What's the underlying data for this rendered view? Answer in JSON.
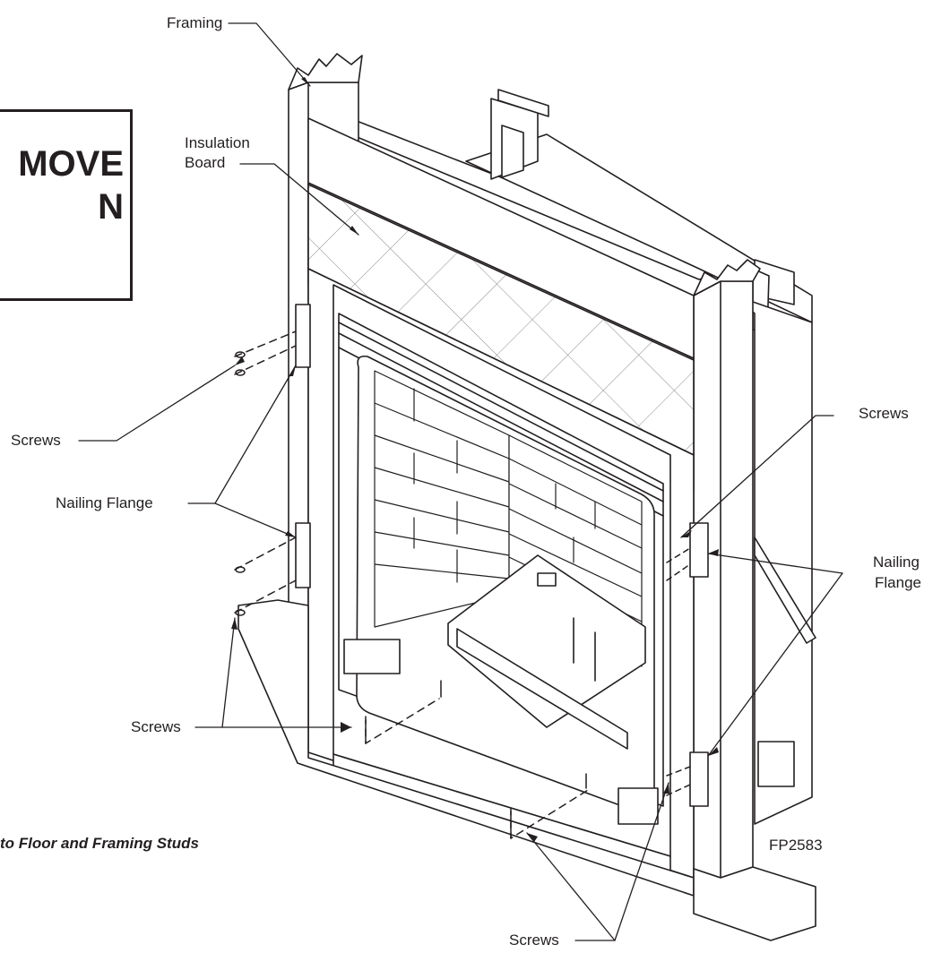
{
  "labels": {
    "framing": "Framing",
    "insulation_board_line1": "Insulation",
    "insulation_board_line2": "Board",
    "screws_left_upper": "Screws",
    "nailing_flange_left": "Nailing Flange",
    "screws_right_upper": "Screws",
    "nailing_flange_right_line1": "Nailing",
    "nailing_flange_right_line2": "Flange",
    "screws_left_lower": "Screws",
    "screws_bottom": "Screws"
  },
  "warning_box": {
    "line1": "MOVE",
    "line2": "N"
  },
  "caption": "to Floor and Framing Studs",
  "figure_id": "FP2583",
  "colors": {
    "line": "#231f20",
    "background": "#ffffff"
  }
}
